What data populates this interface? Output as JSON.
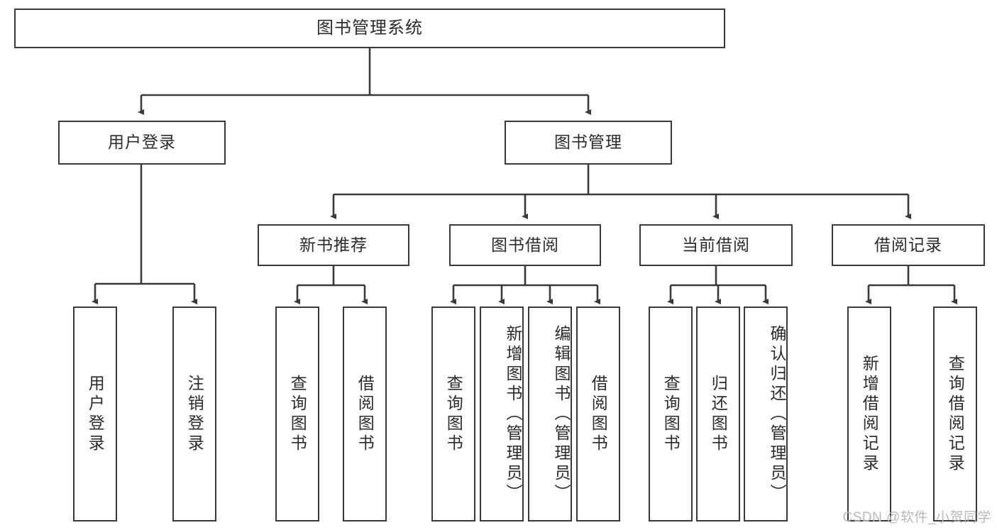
{
  "diagram": {
    "type": "tree",
    "title": "图书管理系统",
    "root": {
      "label": "图书管理系统"
    },
    "level2": [
      {
        "label": "用户登录"
      },
      {
        "label": "图书管理"
      }
    ],
    "level3": [
      {
        "label": "新书推荐"
      },
      {
        "label": "图书借阅"
      },
      {
        "label": "当前借阅"
      },
      {
        "label": "借阅记录"
      }
    ],
    "leaves": {
      "user_login": [
        {
          "label": "用户登录"
        },
        {
          "label": "注销登录"
        }
      ],
      "new_book_recommend": [
        {
          "label": "查询图书"
        },
        {
          "label": "借阅图书"
        }
      ],
      "book_borrow": [
        {
          "label": "查询图书"
        },
        {
          "label": "新增图书（管理员）"
        },
        {
          "label": "编辑图书（管理员）"
        },
        {
          "label": "借阅图书"
        }
      ],
      "current_borrow": [
        {
          "label": "查询图书"
        },
        {
          "label": "归还图书"
        },
        {
          "label": "确认归还（管理员）"
        }
      ],
      "borrow_record": [
        {
          "label": "新增借阅记录"
        },
        {
          "label": "查询借阅记录"
        }
      ]
    },
    "watermark": "CSDN @软件_小贺同学",
    "colors": {
      "border": "#3a3a3a",
      "text": "#2b2b2b",
      "background": "#ffffff",
      "watermark": "#b9b9b9"
    }
  }
}
